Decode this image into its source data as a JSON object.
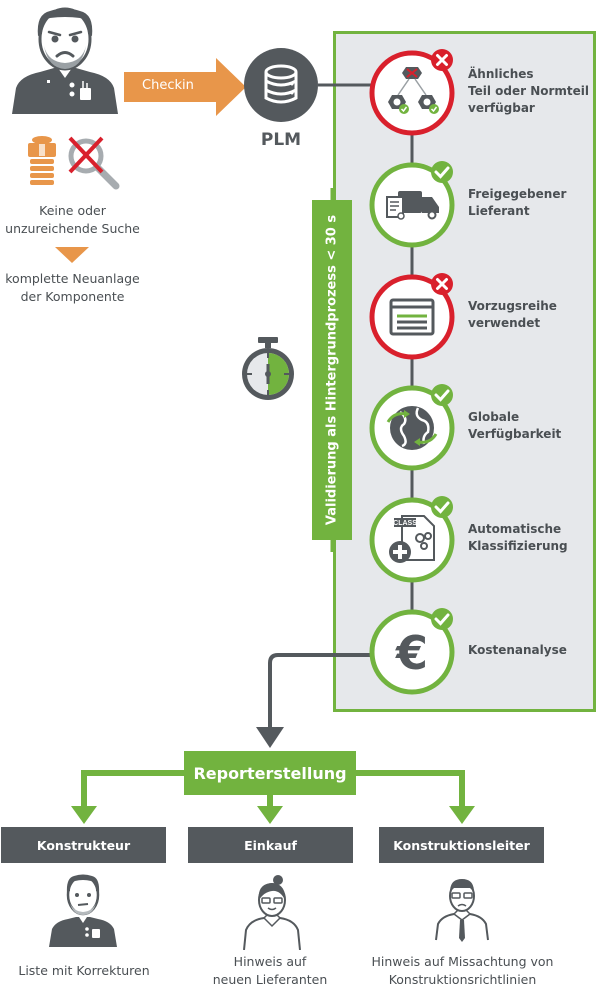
{
  "colors": {
    "green": "#72b33f",
    "red": "#d9202c",
    "orange": "#e8964a",
    "dark": "#54595d",
    "panel": "#e6e8eb"
  },
  "top": {
    "checkin_label": "Checkin",
    "plm_label": "PLM",
    "search_caption_line1": "Keine oder",
    "search_caption_line2": "unzureichende Suche",
    "result_line1": "komplette Neuanlage",
    "result_line2": "der Komponente"
  },
  "validation": {
    "bar_label": "Validierung als Hintergrundprozess < 30 s",
    "steps": [
      {
        "lines": [
          "Ähnliches",
          "Teil oder Normteil",
          "verfügbar"
        ],
        "status": "fail",
        "icon": "parts-hierarchy-icon"
      },
      {
        "lines": [
          "Freigegebener",
          "Lieferant"
        ],
        "status": "pass",
        "icon": "truck-certificate-icon"
      },
      {
        "lines": [
          "Vorzugsreihe",
          "verwendet"
        ],
        "status": "fail",
        "icon": "window-list-icon"
      },
      {
        "lines": [
          "Globale",
          "Verfügbarkeit"
        ],
        "status": "pass",
        "icon": "globe-icon"
      },
      {
        "lines": [
          "Automatische",
          "Klassifizierung"
        ],
        "status": "pass",
        "icon": "class-document-icon"
      },
      {
        "lines": [
          "Kostenanalyse"
        ],
        "status": "pass",
        "icon": "euro-icon"
      }
    ],
    "class_icon_text": "CLASS",
    "euro_symbol": "€"
  },
  "report": {
    "label": "Reporterstellung",
    "recipients": [
      {
        "label": "Konstrukteur",
        "caption": [
          "Liste mit Korrekturen"
        ]
      },
      {
        "label": "Einkauf",
        "caption": [
          "Hinweis auf",
          "neuen Lieferanten"
        ]
      },
      {
        "label": "Konstruktionsleiter",
        "caption": [
          "Hinweis auf Missachtung von",
          "Konstruktionsrichtlinien"
        ]
      }
    ]
  }
}
